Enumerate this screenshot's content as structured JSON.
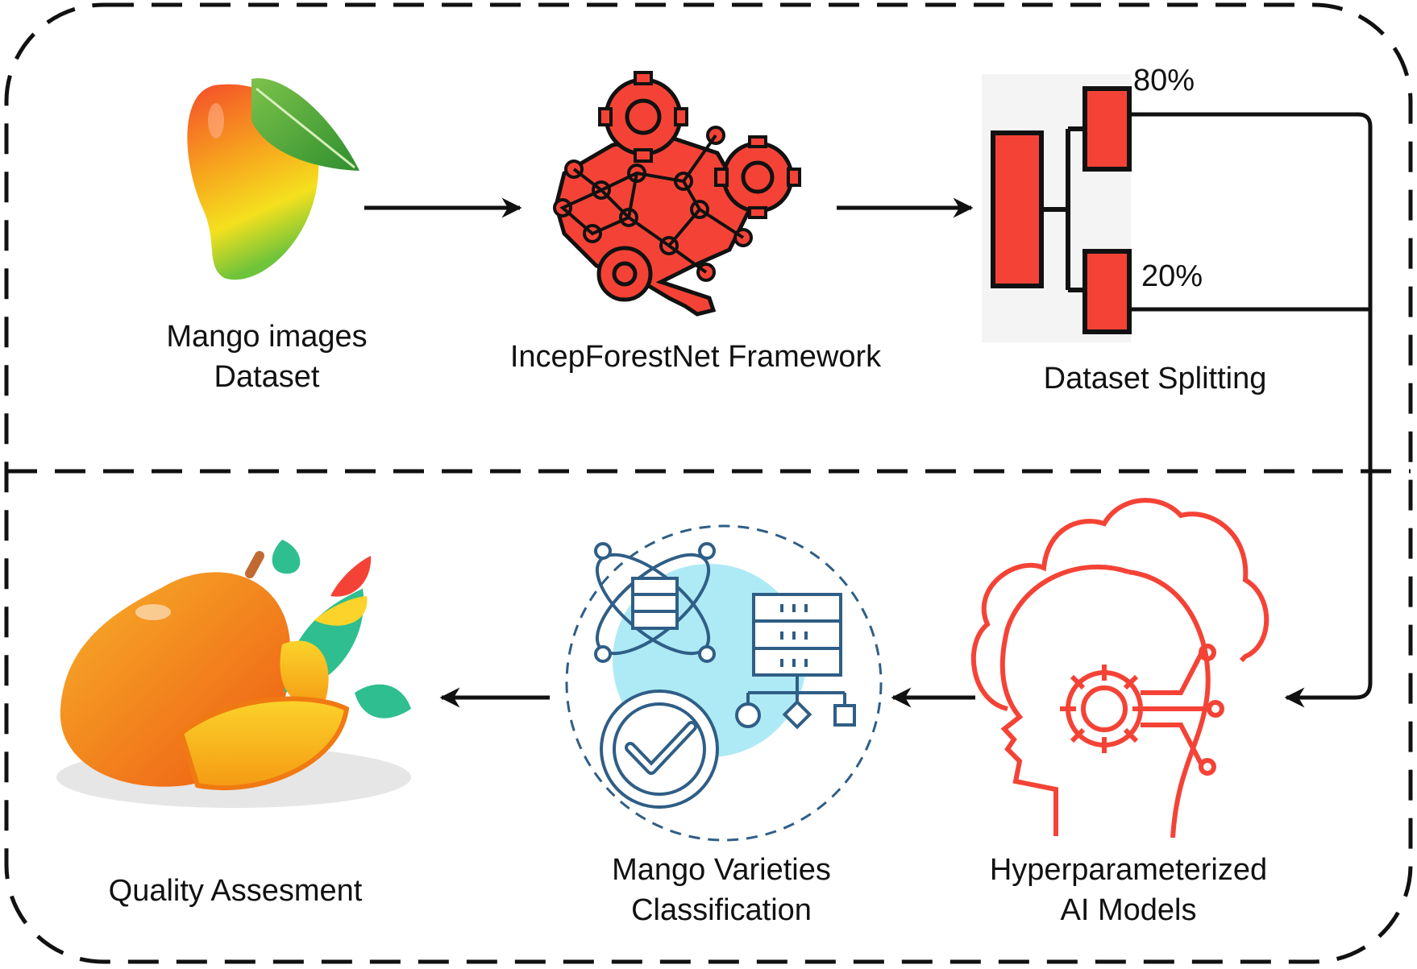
{
  "steps": {
    "dataset": {
      "line1": "Mango images",
      "line2": "Dataset"
    },
    "framework": {
      "label": "IncepForestNet Framework"
    },
    "splitting": {
      "label": "Dataset Splitting",
      "train_pct": "80%",
      "test_pct": "20%"
    },
    "models": {
      "line1": "Hyperparameterized",
      "line2": "AI Models"
    },
    "classification": {
      "line1": "Mango Varieties",
      "line2": "Classification"
    },
    "quality": {
      "label": "Quality Assesment"
    }
  },
  "icons": {
    "dataset": "mango-icon",
    "framework": "gear-network-icon",
    "splitting": "split-bars-icon",
    "models": "ai-head-cloud-icon",
    "classification": "classification-icon",
    "quality": "mango-slices-icon"
  },
  "colors": {
    "accent_red": "#f44336",
    "stroke": "#111111",
    "teal": "#2f5e86",
    "light_cyan": "#aeeaf5"
  }
}
